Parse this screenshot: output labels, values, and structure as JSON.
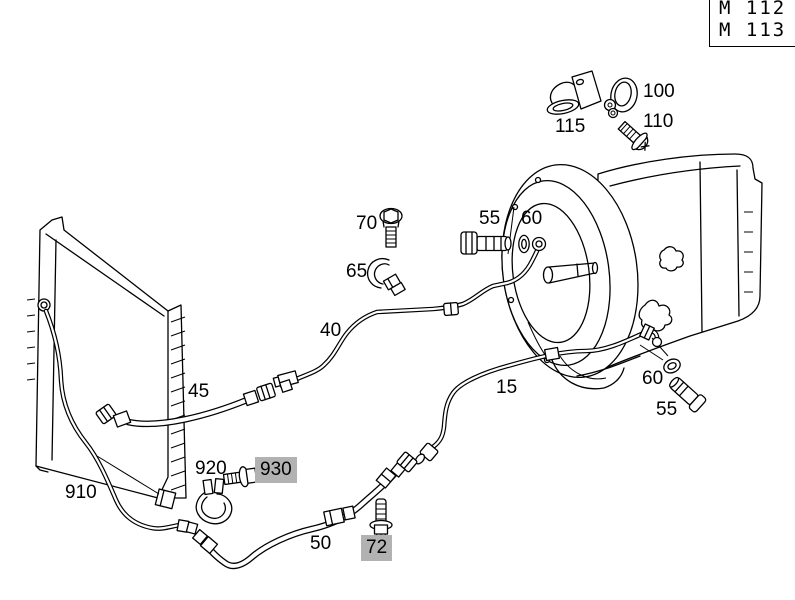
{
  "engine_codes": [
    "M 112",
    "M 113"
  ],
  "callouts": {
    "c115": {
      "label": "115",
      "highlighted": false
    },
    "c100": {
      "label": "100",
      "highlighted": false
    },
    "c110": {
      "label": "110",
      "highlighted": false
    },
    "c70": {
      "label": "70",
      "highlighted": false
    },
    "c65": {
      "label": "65",
      "highlighted": false
    },
    "c55_top": {
      "label": "55",
      "highlighted": false
    },
    "c60_top": {
      "label": "60",
      "highlighted": false
    },
    "c40": {
      "label": "40",
      "highlighted": false
    },
    "c45": {
      "label": "45",
      "highlighted": false
    },
    "c15": {
      "label": "15",
      "highlighted": false
    },
    "c60_lower": {
      "label": "60",
      "highlighted": false
    },
    "c55_lower": {
      "label": "55",
      "highlighted": false
    },
    "c910": {
      "label": "910",
      "highlighted": false
    },
    "c920": {
      "label": "920",
      "highlighted": false
    },
    "c930": {
      "label": "930",
      "highlighted": true
    },
    "c50": {
      "label": "50",
      "highlighted": false
    },
    "c72": {
      "label": "72",
      "highlighted": true
    }
  },
  "colors": {
    "highlight": "#b2b2b2",
    "line": "#000000",
    "background": "#ffffff"
  }
}
